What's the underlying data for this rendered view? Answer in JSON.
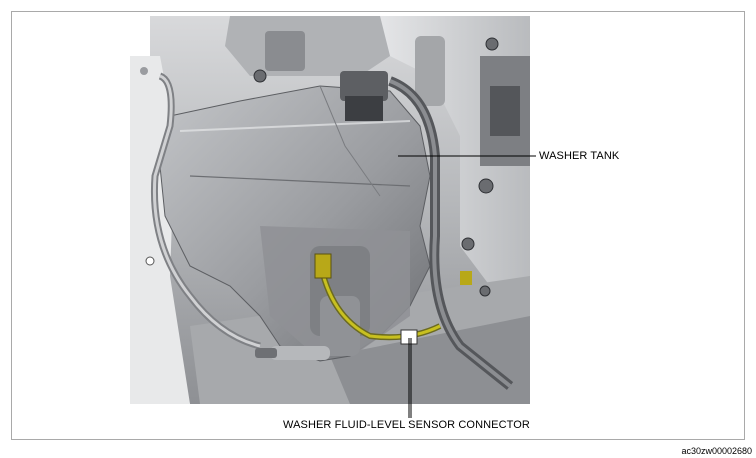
{
  "figure": {
    "callouts": {
      "washer_tank": "WASHER TANK",
      "sensor_connector": "WASHER FLUID-LEVEL SENSOR CONNECTOR"
    },
    "figure_id": "ac30zw00002680",
    "icon": "engine-bay-illustration",
    "colors": {
      "frame_border": "#a9a9a9",
      "body_gray": "#c9cacc",
      "dark_gray": "#5a5c60",
      "harness_yellow": "#c8c020"
    }
  }
}
